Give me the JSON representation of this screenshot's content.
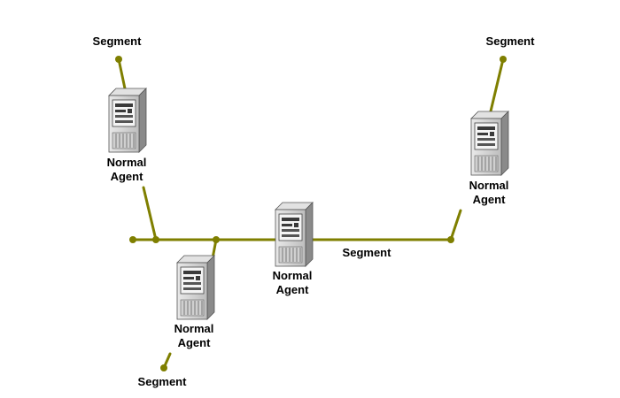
{
  "colors": {
    "wire": "#7f7f00",
    "node": "#7f7f00",
    "server_body": "#c8c8c8",
    "server_side": "#8c8c8c",
    "server_top": "#e6e6e6"
  },
  "icons": {
    "server": "server-tower-icon"
  },
  "labels": {
    "segment_top_left": "Segment",
    "segment_top_right": "Segment",
    "segment_middle": "Segment",
    "segment_bottom": "Segment"
  },
  "agents": [
    {
      "line1": "Normal",
      "line2": "Agent"
    },
    {
      "line1": "Normal",
      "line2": "Agent"
    },
    {
      "line1": "Normal",
      "line2": "Agent"
    },
    {
      "line1": "Normal",
      "line2": "Agent"
    }
  ]
}
